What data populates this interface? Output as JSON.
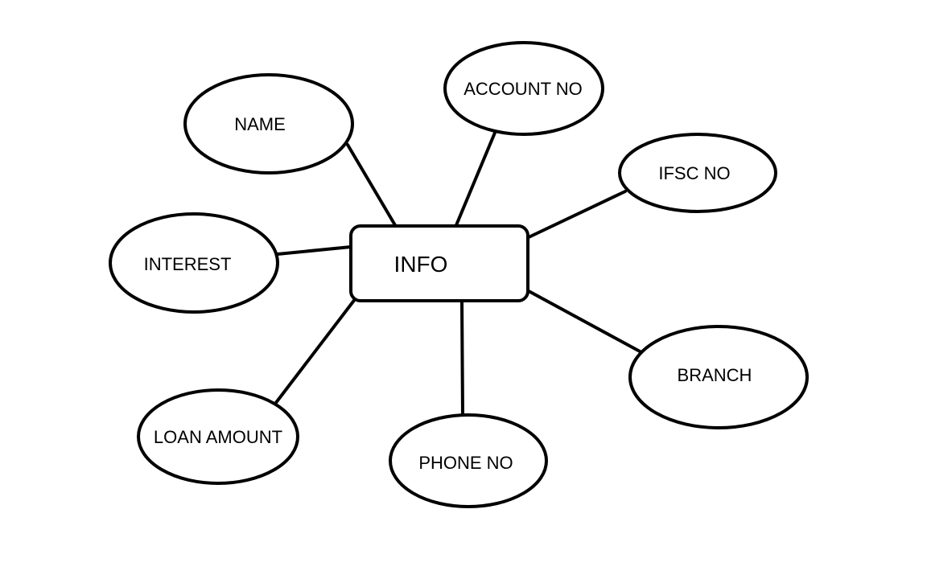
{
  "entity": {
    "label": "INFO"
  },
  "attributes": {
    "name": "NAME",
    "account_no": "ACCOUNT NO",
    "ifsc_no": "IFSC NO",
    "interest": "INTEREST",
    "branch": "BRANCH",
    "loan_amount": "LOAN AMOUNT",
    "phone_no": "PHONE NO"
  }
}
